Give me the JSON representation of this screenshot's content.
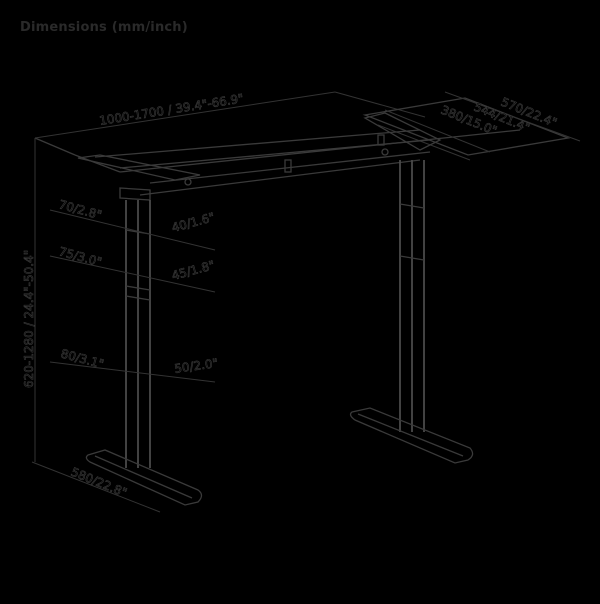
{
  "title": "Dimensions (mm/inch)",
  "colors": {
    "background": "#000000",
    "line": "#3a3a3a",
    "text": "#2a2a2a"
  },
  "dimensions": {
    "width": "1000-1700 / 39.4\"-66.9\"",
    "height": "620-1280 / 24.4\"-50.4\"",
    "depth_outer": "570/22.4\"",
    "depth_mid": "544/21.4\"",
    "depth_inner": "380/15.0\"",
    "foot_length": "580/22.8\"",
    "column_upper_outer": "70/2.8\"",
    "column_upper_inner": "40/1.6\"",
    "column_mid_outer": "75/3.0\"",
    "column_mid_inner": "45/1.8\"",
    "column_lower_outer": "80/3.1\"",
    "column_lower_inner": "50/2.0\""
  }
}
